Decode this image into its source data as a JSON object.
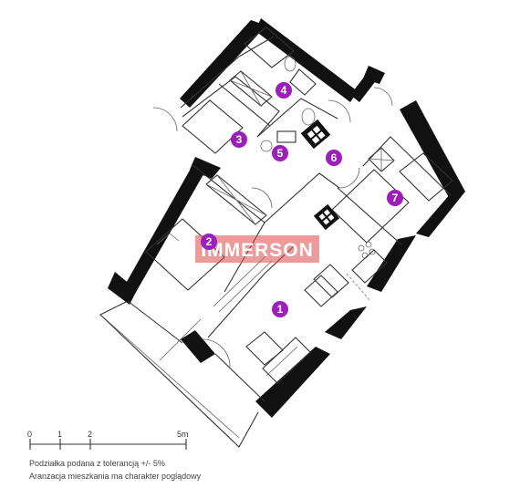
{
  "rooms": [
    {
      "number": "1"
    },
    {
      "number": "2"
    },
    {
      "number": "3"
    },
    {
      "number": "4"
    },
    {
      "number": "5"
    },
    {
      "number": "6"
    },
    {
      "number": "7"
    }
  ],
  "watermark": {
    "text": "IMMERSON"
  },
  "scale": {
    "ticks": [
      "0",
      "1",
      "2",
      "5m"
    ]
  },
  "notes": {
    "line1": "Podziałka podana z tolerancją +/- 5%",
    "line2": "Aranżacja mieszkania ma charakter poglądowy"
  },
  "colors": {
    "room_badge": "#9b1fb8",
    "walls": "#111111",
    "watermark": "#d94a4a"
  }
}
